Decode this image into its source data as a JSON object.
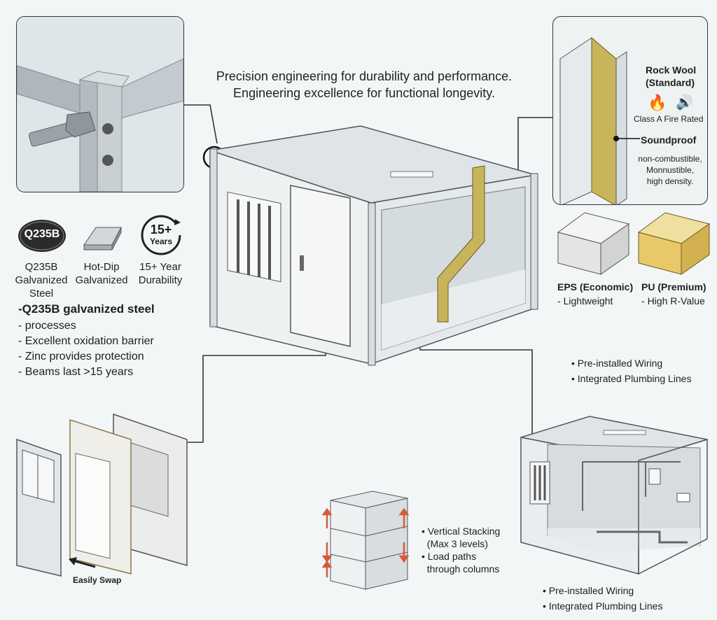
{
  "headline": {
    "line1": "Precision engineering for durability and performance.",
    "line2": "Engineering excellence for functional longevity."
  },
  "steel": {
    "badge": "Q235B",
    "years_badge_top": "15+",
    "years_badge_bottom": "Years",
    "captions": [
      {
        "line1": "Q235B",
        "line2": "Galvanized",
        "line3": "Steel"
      },
      {
        "line1": "Hot-Dip",
        "line2": "Galvanized"
      },
      {
        "line1": "15+ Year",
        "line2": "Durability"
      }
    ],
    "title": "Q235B galvanized steel",
    "points": [
      "processes",
      "Excellent oxidation barrier",
      "Zinc provides protection",
      "Beams last >15 years"
    ]
  },
  "insulation": {
    "rockwool_title": "Rock Wool",
    "rockwool_sub": "(Standard)",
    "fire_rating": "Class A Fire Rated",
    "soundproof": "Soundproof",
    "desc": [
      "non-combustible,",
      "Monnustible,",
      "high density."
    ],
    "eps_title": "EPS (Economic)",
    "eps_desc": "Lightweight",
    "pu_title": "PU (Premium)",
    "pu_desc": "High R-Value"
  },
  "services": {
    "mid": [
      "Pre-installed Wiring",
      "Integrated Plumbing Lines"
    ],
    "bottom": [
      "Pre-installed Wiring",
      "Integrated Plumbing Lines"
    ]
  },
  "stacking": {
    "points": [
      [
        "Vertical Stacking",
        "(Max 3 levels)"
      ],
      [
        "Load paths",
        "through columns"
      ]
    ]
  },
  "panels": {
    "swap_label": "Easily Swap"
  },
  "colors": {
    "steel": "#c9d0d4",
    "rockwool": "#c8b45a",
    "foam": "#e8c868",
    "frame": "#e6eaec",
    "line": "#333333",
    "arrow": "#d9583a"
  }
}
